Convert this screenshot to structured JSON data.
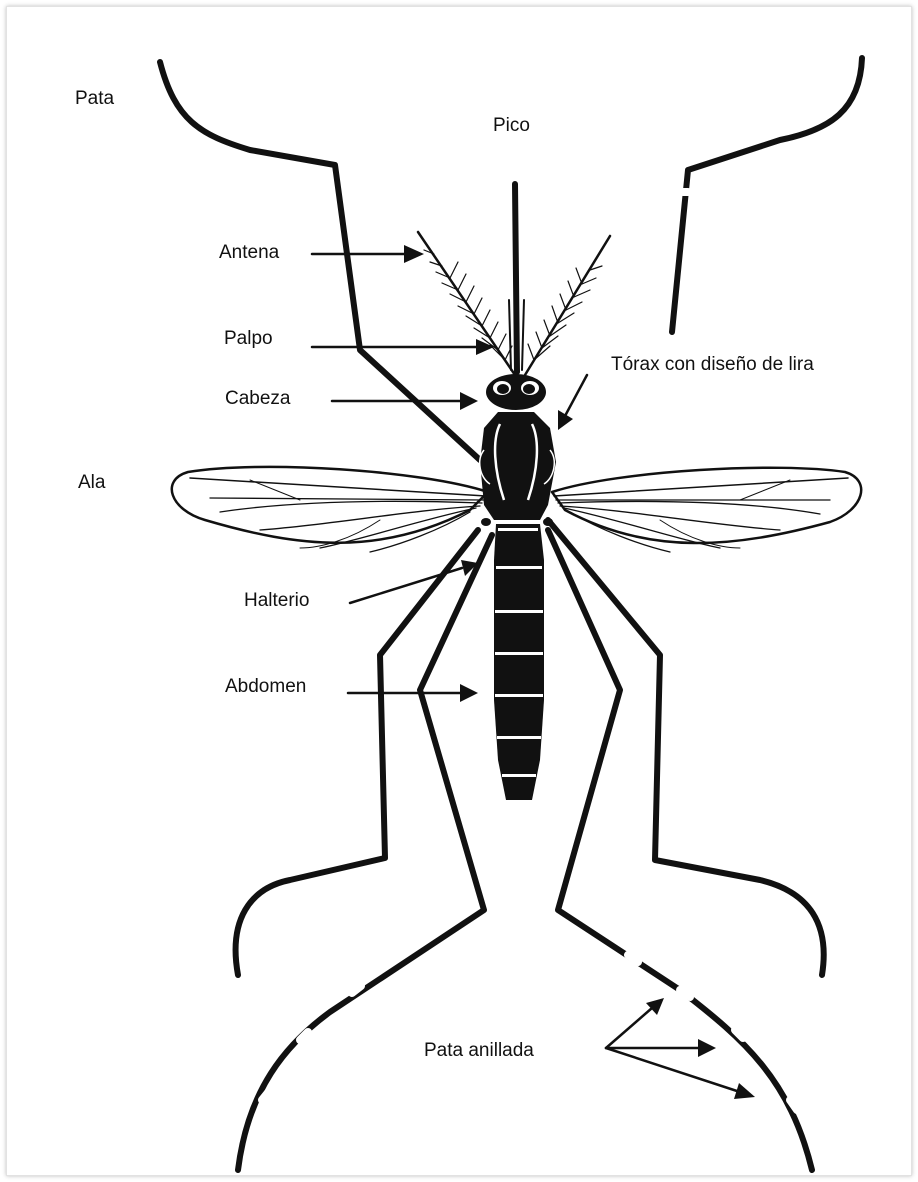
{
  "diagram": {
    "subject": "mosquito-anatomy",
    "labels": {
      "pata": "Pata",
      "pico": "Pico",
      "antena": "Antena",
      "palpo": "Palpo",
      "torax": "Tórax con diseño de lira",
      "cabeza": "Cabeza",
      "ala": "Ala",
      "halterio": "Halterio",
      "abdomen": "Abdomen",
      "pata_anillada": "Pata anillada"
    },
    "colors": {
      "ink": "#111111",
      "background": "#ffffff"
    }
  }
}
